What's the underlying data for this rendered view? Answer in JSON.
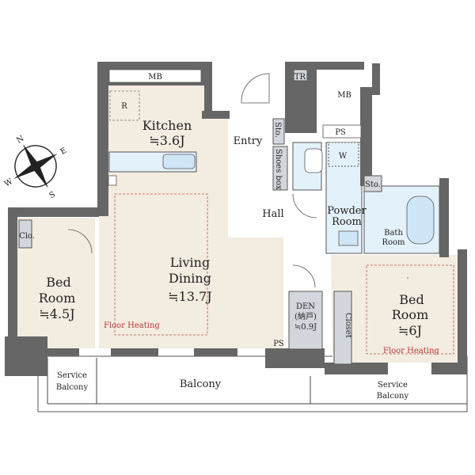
{
  "rooms": {
    "mb_left": "MB",
    "mb_right": "MB",
    "tr": "TR",
    "r": "R",
    "kitchen": "Kitchen",
    "kitchen_size": "≒3.6J",
    "entry": "Entry",
    "sto1": "Sto.",
    "shoes_box": "Shoes box",
    "ps_top": "PS",
    "w": "W",
    "sto2": "Sto.",
    "hall": "Hall",
    "powder_room_1": "Powder",
    "powder_room_2": "Room",
    "bath_room_1": "Bath",
    "bath_room_2": "Room",
    "clo": "Clo.",
    "bed_left_1": "Bed",
    "bed_left_2": "Room",
    "bed_left_size": "≒4.5J",
    "living_1": "Living",
    "living_2": "Dining",
    "living_size": "≒13.7J",
    "floor_heating_living": "Floor Heating",
    "den": "DEN",
    "den_sub": "(納戸)",
    "den_size": "≒0.9J",
    "closet": "Closet",
    "ps_bottom": "PS",
    "bed_right_1": "Bed",
    "bed_right_2": "Room",
    "bed_right_size": "≒6J",
    "floor_heating_bed": "Floor Heating",
    "service_balcony_left_1": "Service",
    "service_balcony_left_2": "Balcony",
    "balcony": "Balcony",
    "service_balcony_right_1": "Service",
    "service_balcony_right_2": "Balcony"
  },
  "compass": {
    "n": "N",
    "s": "S",
    "e": "E",
    "w": "W"
  }
}
